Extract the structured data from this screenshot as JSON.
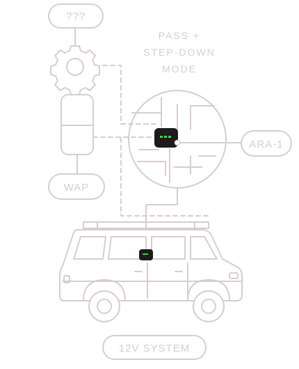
{
  "labels": {
    "unknown": "???",
    "mode_line1": "PASS +",
    "mode_line2": "STEP-DOWN",
    "mode_line3": "MODE",
    "wap": "WAP",
    "ara": "ARA-1",
    "system": "12V SYSTEM"
  },
  "icons": [
    "gear-icon",
    "wap-device-icon",
    "device-icon",
    "van-icon"
  ],
  "colors": {
    "background": "#ffffff",
    "outline": "#d8cccf",
    "device": "#1c1c1c",
    "led": "#39d353"
  }
}
